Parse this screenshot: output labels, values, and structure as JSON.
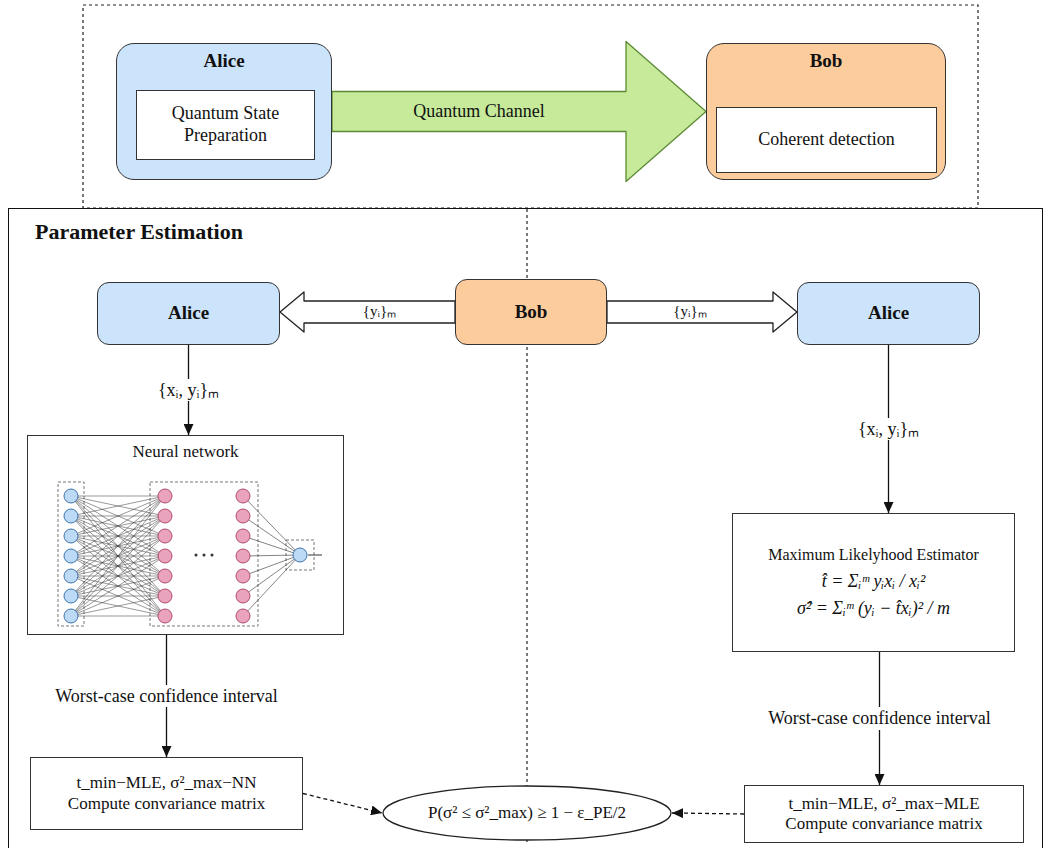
{
  "diagram": {
    "nodes": [
      {
        "text": [
          "Alice"
        ]
      },
      {
        "text": [
          "Quantum State Preparation"
        ],
        "in": 0
      },
      {
        "text": [
          "Bob"
        ]
      },
      {
        "text": [
          "Coherent detection"
        ],
        "in": 2
      },
      {
        "text": [
          "Parameter Estimation"
        ]
      },
      {
        "text": [
          "Alice"
        ],
        "in": 4
      },
      {
        "text": [
          "Bob"
        ],
        "in": 4
      },
      {
        "text": [
          "Alice"
        ],
        "in": 4
      },
      {
        "text": [
          "Neural network"
        ],
        "in": 4
      },
      {
        "text": [
          "Maximum Likelyhood Estimator",
          "t̂ = Σᵢᵐ yᵢxᵢ / xᵢ²",
          "σ̂² = Σᵢᵐ (yᵢ − t̂xᵢ)² / m"
        ],
        "in": 4
      },
      {
        "text": [
          "t_min−MLE, σ²_max−NN",
          "Compute convariance matrix"
        ],
        "in": 4
      },
      {
        "text": [
          "P(σ² ≤ σ²_max) ≥ 1 − ε_PE/2"
        ],
        "in": 4
      },
      {
        "text": [
          "t_min−MLE, σ²_max−MLE",
          "Compute convariance matrix"
        ],
        "in": 4
      }
    ],
    "edges": [
      {
        "from": 0,
        "to": 2,
        "label": "Quantum Channel",
        "arrow": "to"
      },
      {
        "from": 6,
        "to": 5,
        "label": "{yᵢ}ₘ",
        "arrow": "to"
      },
      {
        "from": 6,
        "to": 7,
        "label": "{yᵢ}ₘ",
        "arrow": "to"
      },
      {
        "from": 5,
        "to": 8,
        "label": "{xᵢ, yᵢ}ₘ",
        "arrow": "to"
      },
      {
        "from": 8,
        "to": 10,
        "label": "Worst-case confidence interval",
        "arrow": "to"
      },
      {
        "from": 7,
        "to": 9,
        "label": "{xᵢ, yᵢ}ₘ",
        "arrow": "to"
      },
      {
        "from": 9,
        "to": 12,
        "label": "Worst-case confidence interval",
        "arrow": "to"
      },
      {
        "from": 10,
        "to": 11,
        "arrow": "to"
      },
      {
        "from": 12,
        "to": 11,
        "arrow": "to"
      }
    ]
  }
}
